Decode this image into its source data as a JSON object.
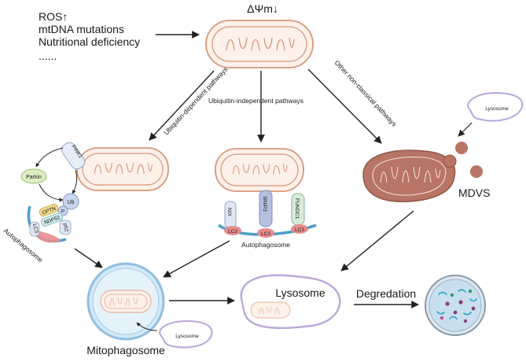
{
  "triggers": [
    "ROS↑",
    "mtDNA mutations",
    "Nutritional deficiency",
    "......"
  ],
  "membrane_potential": "ΔΨm↓",
  "pathways": {
    "ubiquitin_dependent": "Ubiquitin-dependent pathways",
    "ubiquitin_independent": "Ubiquitin-independent pathways",
    "non_classical": "Other non-classical pathways"
  },
  "proteins": {
    "pink1": "PINK1",
    "parkin": "Parkin",
    "ub": "Ub",
    "p": "P",
    "optn": "OPTN",
    "ndp52": "NDP52",
    "p62": "p62",
    "lc3": "LC3",
    "nix": "NIX",
    "bnip3": "BNIP3",
    "fundc1": "FUNDC1"
  },
  "labels": {
    "autophagosome_left": "Autophagosome",
    "autophagosome_mid": "Autophagosome",
    "mitophagosome": "Mitophagosome",
    "lysosome_small_top": "Lysosome",
    "lysosome_small_bottom": "Lysosome",
    "lysosome_main": "Lysosome",
    "mdvs": "MDVS",
    "degradation": "Degredation"
  },
  "colors": {
    "mito_outline": "#d9977a",
    "mito_fill": "#fdf1ea",
    "mdv_fill": "#b87464",
    "lysosome_outline": "#b9a7d9",
    "autophagosome_band": "#4b9ec9",
    "lc3_fill": "#e88c8c",
    "mitophagosome_fill": "#d5e9f6",
    "degradation_fill": "#bfd9ea"
  }
}
